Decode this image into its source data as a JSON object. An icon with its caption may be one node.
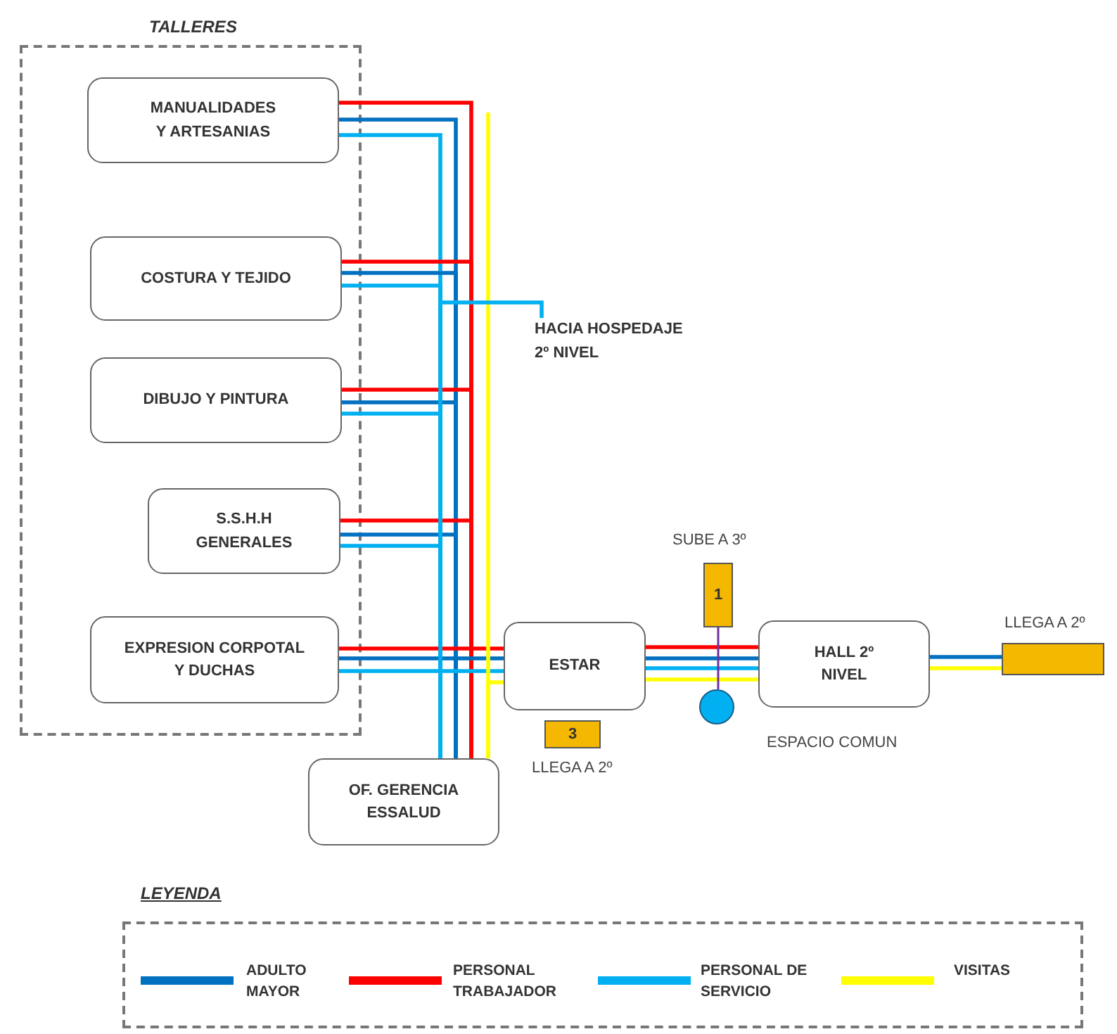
{
  "diagram": {
    "nodes": [
      {
        "text": [
          "TALLERES"
        ]
      },
      {
        "text": [
          "MANUALIDADES Y ARTESANIAS"
        ],
        "in": 0
      },
      {
        "text": [
          "COSTURA Y TEJIDO"
        ],
        "in": 0
      },
      {
        "text": [
          "DIBUJO Y PINTURA"
        ],
        "in": 0
      },
      {
        "text": [
          "S.S.H.H GENERALES"
        ],
        "in": 0
      },
      {
        "text": [
          "EXPRESION CORPOTAL Y DUCHAS"
        ],
        "in": 0
      },
      {
        "text": [
          "ESTAR"
        ]
      },
      {
        "text": [
          "OF. GERENCIA ESSALUD"
        ]
      },
      {
        "text": [
          "HALL 2º NIVEL"
        ],
        "beside": [
          "ESPACIO COMUN"
        ]
      },
      {
        "text": [
          "1"
        ],
        "beside": [
          "SUBE A 3º"
        ]
      },
      {
        "text": [
          "3"
        ],
        "beside": [
          "LLEGA A 2º"
        ]
      },
      {
        "text": [],
        "shape": "circle"
      },
      {
        "text": [],
        "shape": "bar",
        "beside": [
          "LLEGA A 2º"
        ]
      },
      {
        "text": [
          "HACIA HOSPEDAJE 2º NIVEL"
        ]
      }
    ],
    "edges": [
      {
        "from": 1,
        "to": 7,
        "arrow": "none",
        "color": "#ff0000"
      },
      {
        "from": 1,
        "to": 7,
        "arrow": "none",
        "color": "#0070c0"
      },
      {
        "from": 1,
        "to": 7,
        "arrow": "none",
        "color": "#00b0f0"
      },
      {
        "from": 2,
        "to": 7,
        "arrow": "none",
        "color": "#ff0000"
      },
      {
        "from": 2,
        "to": 7,
        "arrow": "none",
        "color": "#0070c0"
      },
      {
        "from": 2,
        "to": 7,
        "arrow": "none",
        "color": "#00b0f0"
      },
      {
        "from": 3,
        "to": 7,
        "arrow": "none",
        "color": "#ff0000"
      },
      {
        "from": 3,
        "to": 7,
        "arrow": "none",
        "color": "#0070c0"
      },
      {
        "from": 3,
        "to": 7,
        "arrow": "none",
        "color": "#00b0f0"
      },
      {
        "from": 4,
        "to": 7,
        "arrow": "none",
        "color": "#ff0000"
      },
      {
        "from": 4,
        "to": 7,
        "arrow": "none",
        "color": "#0070c0"
      },
      {
        "from": 4,
        "to": 7,
        "arrow": "none",
        "color": "#00b0f0"
      },
      {
        "from": 5,
        "to": 6,
        "arrow": "none",
        "color": "#ff0000"
      },
      {
        "from": 5,
        "to": 6,
        "arrow": "none",
        "color": "#0070c0"
      },
      {
        "from": 5,
        "to": 6,
        "arrow": "none",
        "color": "#00b0f0"
      },
      {
        "from": null,
        "to": 7,
        "arrow": "none",
        "color": "#ffff00"
      },
      {
        "from": 7,
        "to": 6,
        "arrow": "none",
        "color": "#ffff00"
      },
      {
        "from": 7,
        "to": 13,
        "arrow": "none",
        "color": "#00b0f0"
      },
      {
        "from": 6,
        "to": 8,
        "arrow": "none",
        "color": "#ff0000"
      },
      {
        "from": 6,
        "to": 8,
        "arrow": "none",
        "color": "#0070c0"
      },
      {
        "from": 6,
        "to": 8,
        "arrow": "none",
        "color": "#00b0f0"
      },
      {
        "from": 6,
        "to": 8,
        "arrow": "none",
        "color": "#ffff00"
      },
      {
        "from": 8,
        "to": 12,
        "arrow": "none",
        "color": "#0070c0"
      },
      {
        "from": 8,
        "to": 12,
        "arrow": "none",
        "color": "#ffff00"
      },
      {
        "from": 9,
        "to": 11,
        "arrow": "none",
        "color": "#7030a0"
      }
    ],
    "labels": [
      "LEYENDA"
    ],
    "legend": [
      {
        "text": "ADULTO MAYOR",
        "color": "#0070c0"
      },
      {
        "text": "PERSONAL TRABAJADOR",
        "color": "#ff0000"
      },
      {
        "text": "PERSONAL DE SERVICIO",
        "color": "#00b0f0"
      },
      {
        "text": "VISITAS",
        "color": "#ffff00"
      }
    ]
  }
}
